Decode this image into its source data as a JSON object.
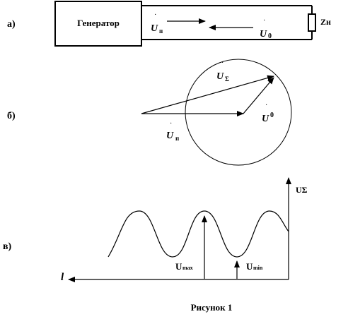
{
  "panel_a": {
    "label": "а)",
    "generator_label": "Генератор",
    "incident_wave": {
      "symbol": "U",
      "subscript": "п"
    },
    "reflected_wave": {
      "symbol": "U",
      "subscript": "0"
    },
    "load_label": "Zн"
  },
  "panel_b": {
    "label": "б)",
    "sum_vector": {
      "symbol": "U",
      "subscript": "Σ"
    },
    "reflected_vector": {
      "symbol": "U",
      "subscript": "0"
    },
    "incident_vector": {
      "symbol": "U",
      "subscript": "п"
    }
  },
  "panel_c": {
    "label": "в)",
    "y_axis_label": "UΣ",
    "x_axis_label": "l",
    "u_max": {
      "symbol": "U",
      "subscript": "max"
    },
    "u_min": {
      "symbol": "U",
      "subscript": "min"
    }
  },
  "caption": "Рисунок 1"
}
